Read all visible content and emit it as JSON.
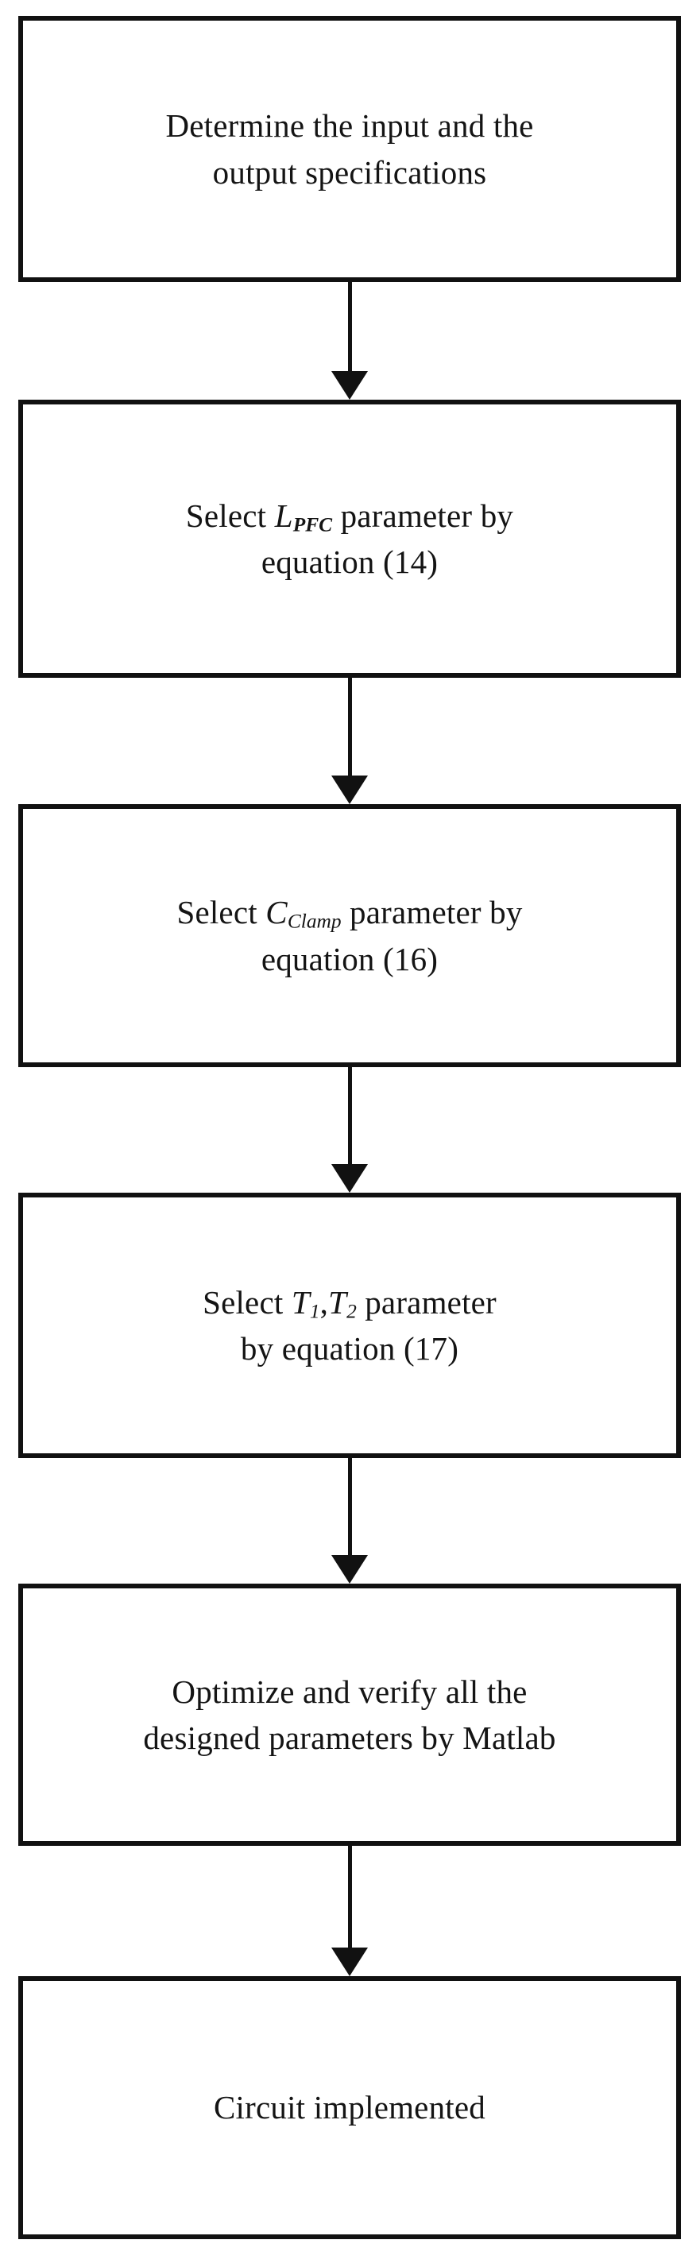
{
  "figure": {
    "type": "flowchart",
    "orientation": "vertical-top-to-bottom",
    "shape": "rectangle-process",
    "border_color": "#111111",
    "fill_color": "#ffffff",
    "text_color": "#141414",
    "connector_color": "#111111"
  },
  "nodes": [
    {
      "id": "node-1",
      "name": "determine-specifications",
      "line1": "Determine the input and the",
      "line2": "output specifications",
      "plain_text": "Determine the input and the output specifications"
    },
    {
      "id": "node-2",
      "name": "select-lpfc",
      "prefix": "Select ",
      "symbol": "L",
      "subscript": "PFC",
      "suffix": " parameter by",
      "line2": "equation (14)",
      "equation_ref": "(14)",
      "plain_text": "Select LPFC parameter by equation (14)"
    },
    {
      "id": "node-3",
      "name": "select-cclamp",
      "prefix": "Select ",
      "symbol": "C",
      "subscript": "Clamp",
      "suffix": " parameter by",
      "line2": "equation (16)",
      "equation_ref": "(16)",
      "plain_text": "Select CClamp parameter by equation (16)"
    },
    {
      "id": "node-4",
      "name": "select-t1-t2",
      "prefix": "Select ",
      "symbol1": "T",
      "subscript1": "1",
      "separator": ",",
      "symbol2": "T",
      "subscript2": "2",
      "suffix": " parameter",
      "line2": "by equation (17)",
      "equation_ref": "(17)",
      "plain_text": "Select T1,T2 parameter by equation (17)"
    },
    {
      "id": "node-5",
      "name": "optimize-verify-matlab",
      "line1": "Optimize and verify all the",
      "line2": "designed parameters by Matlab",
      "plain_text": "Optimize and verify all the designed parameters by Matlab"
    },
    {
      "id": "node-6",
      "name": "circuit-implemented",
      "line1": "Circuit implemented",
      "plain_text": "Circuit implemented"
    }
  ],
  "connectors": [
    {
      "id": "arrow-1",
      "from": "node-1",
      "to": "node-2",
      "glyph": "down-arrow"
    },
    {
      "id": "arrow-2",
      "from": "node-2",
      "to": "node-3",
      "glyph": "down-arrow"
    },
    {
      "id": "arrow-3",
      "from": "node-3",
      "to": "node-4",
      "glyph": "down-arrow"
    },
    {
      "id": "arrow-4",
      "from": "node-4",
      "to": "node-5",
      "glyph": "down-arrow"
    },
    {
      "id": "arrow-5",
      "from": "node-5",
      "to": "node-6",
      "glyph": "down-arrow"
    }
  ]
}
